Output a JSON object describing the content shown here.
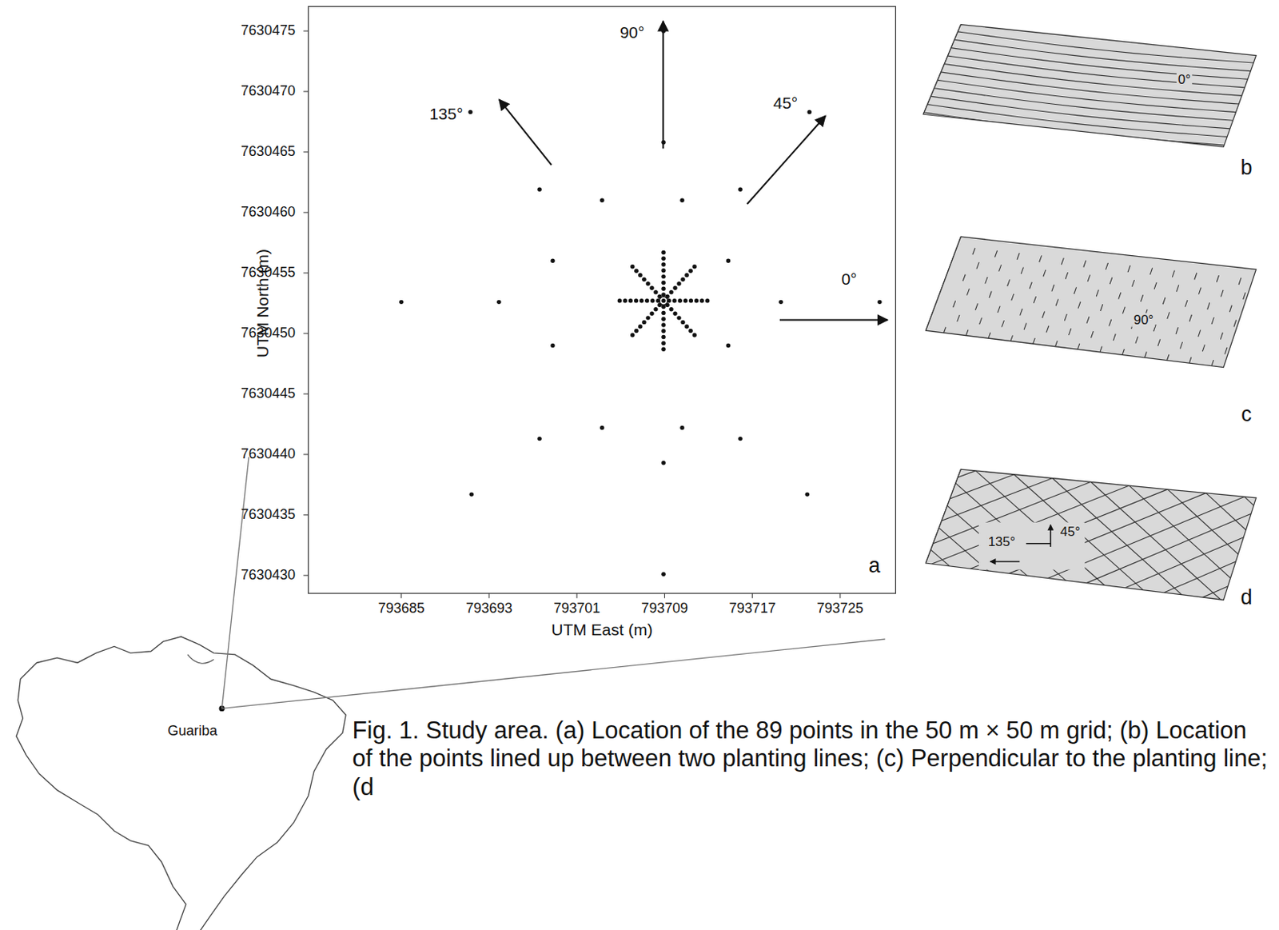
{
  "diagram": {
    "caption": "Fig. 1. Study area. (a) Location of the 89 points in the 50 m × 50 m grid; (b) Location of the points lined up between two planting lines; (c) Perpendicular to the planting line;(d",
    "labels": [
      "7630475",
      "7630470",
      "7630465",
      "7630460",
      "7630455",
      "7630450",
      "7630445",
      "7630440",
      "7630435",
      "7630430",
      "UTM North (m)",
      "793685",
      "793693",
      "793701",
      "793709",
      "793717",
      "793725",
      "UTM East (m)",
      "90°",
      "135°",
      "45°",
      "0°",
      "a",
      "0°",
      "b",
      "90°",
      "c",
      "135°",
      "45°",
      "d",
      "Guariba"
    ]
  }
}
